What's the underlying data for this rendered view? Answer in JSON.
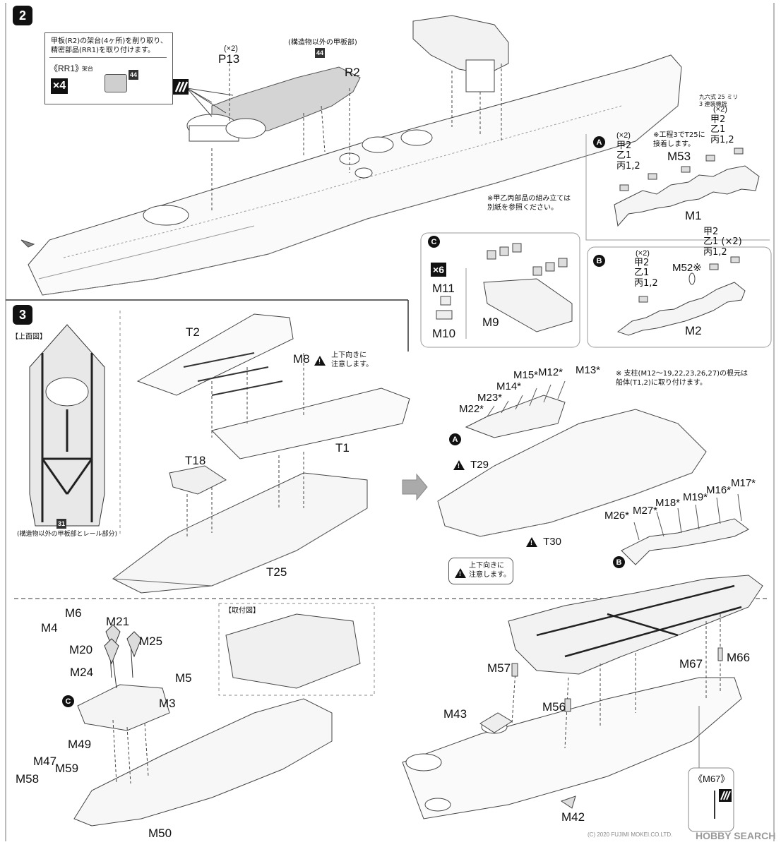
{
  "step2": {
    "badge": "2",
    "note_text": "甲板(R2)の架台(4ヶ所)を削り取り、\n精密部品(RR1)を取り付けます。",
    "rr1_label": "《RR1》",
    "rr1_sub": "架台",
    "rr1_qty": "×4",
    "rr1_num": "44",
    "deck_note": "(構造物以外の甲板部)",
    "deck_num": "44",
    "p13_qty": "(×2)",
    "p13": "P13",
    "r2": "R2",
    "aa_note": "九六式 25 ミリ\n3 連装機銃",
    "aa_qty": "(×2)"
  },
  "panelA": {
    "badge": "A",
    "left_qty": "(×2)",
    "left_parts": "甲2\n乙1\n丙1,2",
    "note": "※工程3でT25に\n接着します。",
    "m53": "M53",
    "right_qty": "(×2)",
    "right_parts": "甲2\n乙1\n丙1,2",
    "m1": "M1",
    "ref_note": "※甲乙丙部品の組み立ては\n別紙を参照ください。"
  },
  "panelB": {
    "badge": "B",
    "left_qty": "(×2)",
    "left_parts": "甲2\n乙1\n丙1,2",
    "m52": "M52※",
    "right_parts": "甲2\n乙1 (×2)\n丙1,2",
    "m2": "M2"
  },
  "panelC": {
    "badge": "C",
    "qty": "×6",
    "m11": "M11",
    "m10": "M10",
    "m9": "M9"
  },
  "step3": {
    "badge": "3",
    "top_view": "【上面図】",
    "top_num": "31",
    "top_caption": "(構造物以外の甲板部とレール部分)",
    "t2": "T2",
    "m8": "M8",
    "caution_updown": "上下向きに\n注意します。",
    "t1": "T1",
    "t18": "T18",
    "t25": "T25",
    "support_note": "※ 支柱(M12〜19,22,23,26,27)の根元は\n船体(T1,2)に取り付けます。",
    "m15": "M15*",
    "m12": "M12*",
    "m13": "M13*",
    "m14": "M14*",
    "m23": "M23*",
    "m22": "M22*",
    "t29": "T29",
    "t30": "T30",
    "m17": "M17*",
    "m16": "M16*",
    "m19": "M19*",
    "m18": "M18*",
    "m27": "M27*",
    "m26": "M26*",
    "caution_updown2": "上下向きに\n注意します。",
    "circle_a": "A",
    "circle_b": "B"
  },
  "bottom": {
    "m6": "M6",
    "m21": "M21",
    "m4": "M4",
    "m20": "M20",
    "m25": "M25",
    "m24": "M24",
    "m5": "M5",
    "m3": "M3",
    "circle_c": "C",
    "m49": "M49",
    "m47": "M47",
    "m59": "M59",
    "m58": "M58",
    "m50": "M50",
    "install_view": "【取付図】",
    "m57": "M57",
    "m67": "M67",
    "m66": "M66",
    "m56": "M56",
    "m43": "M43",
    "m42": "M42",
    "m67_box": "《M67》"
  },
  "watermark": "(C) 2020 FUJIMI MOKEI.CO.LTD.",
  "watermark_logo": "HOBBY SEARCH",
  "colors": {
    "ink": "#111111",
    "grey_deck": "#cfcfcf",
    "line": "#555555"
  }
}
